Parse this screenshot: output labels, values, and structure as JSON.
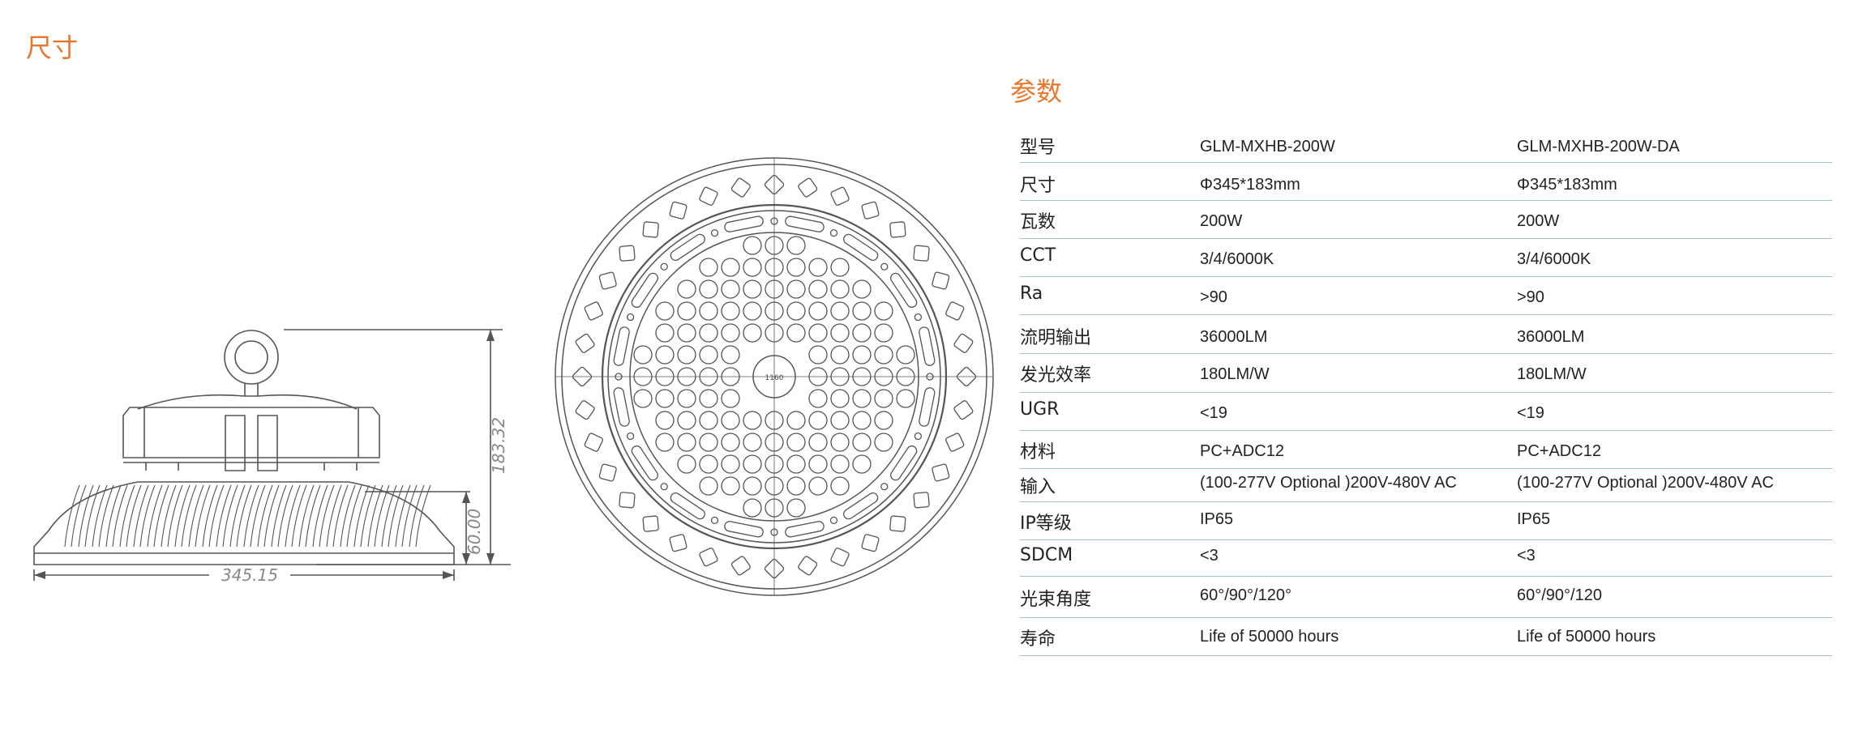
{
  "headings": {
    "size": "尺寸",
    "params": "参数"
  },
  "dimensions": {
    "height": "183.32",
    "body_height": "60.00",
    "diameter": "345.15",
    "center_label": "1160"
  },
  "spec_table": [
    {
      "label": "型号",
      "v1": "GLM-MXHB-200W",
      "v2": "GLM-MXHB-200W-DA"
    },
    {
      "label": "尺寸",
      "v1": "Φ345*183mm",
      "v2": "Φ345*183mm"
    },
    {
      "label": "瓦数",
      "v1": "200W",
      "v2": "200W"
    },
    {
      "label": "CCT",
      "v1": "3/4/6000K",
      "v2": "3/4/6000K"
    },
    {
      "label": "Ra",
      "v1": ">90",
      "v2": ">90"
    },
    {
      "label": "流明输出",
      "v1": "36000LM",
      "v2": "36000LM"
    },
    {
      "label": "发光效率",
      "v1": "180LM/W",
      "v2": "180LM/W"
    },
    {
      "label": "UGR",
      "v1": "<19",
      "v2": "<19"
    },
    {
      "label": "材料",
      "v1": "PC+ADC12",
      "v2": "PC+ADC12"
    },
    {
      "label": "输入",
      "v1": "(100-277V Optional )200V-480V AC",
      "v2": "(100-277V Optional )200V-480V AC"
    },
    {
      "label": "IP等级",
      "v1": "IP65",
      "v2": "IP65"
    },
    {
      "label": "SDCM",
      "v1": "<3",
      "v2": "<3"
    },
    {
      "label": "光束角度",
      "v1": "60°/90°/120°",
      "v2": "60°/90°/120"
    },
    {
      "label": "寿命",
      "v1": "Life of 50000 hours",
      "v2": "Life of 50000 hours"
    }
  ],
  "colors": {
    "accent": "#e8772e",
    "row_line": "#9ec9c0",
    "drawing": "#555555"
  }
}
